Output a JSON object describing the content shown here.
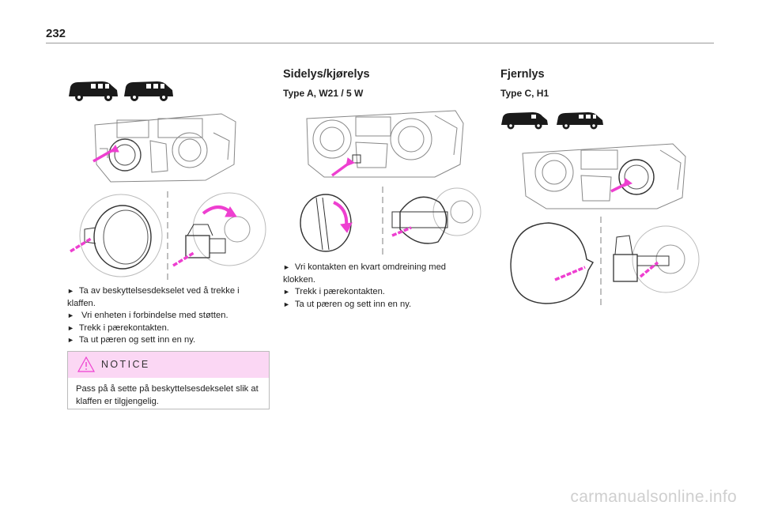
{
  "page_number": "232",
  "left_column": {
    "steps": [
      "Ta av beskyttelsesdekselet ved å trekke i klaffen.",
      " Vri enheten i forbindelse med støtten.",
      "Trekk i pærekontakten.",
      "Ta ut pæren og sett inn en ny."
    ],
    "notice": {
      "title": "NOTICE",
      "text": "Pass på å sette på beskyttelsesdekselet slik at klaffen er tilgjengelig."
    }
  },
  "middle_column": {
    "heading": "Sidelys/kjørelys",
    "subheading": "Type A, W21 / 5 W",
    "steps": [
      "Vri kontakten en kvart omdreining med klokken.",
      "Trekk i pærekontakten.",
      "Ta ut pæren og sett inn en ny."
    ]
  },
  "right_column": {
    "heading": "Fjernlys",
    "subheading": "Type C, H1"
  },
  "bullet_glyph": "►",
  "watermark": "carmanualsonline.info",
  "colors": {
    "accent": "#ee3fd0",
    "notice_bg": "#fbd7f4",
    "rule": "#9a9a9a"
  }
}
